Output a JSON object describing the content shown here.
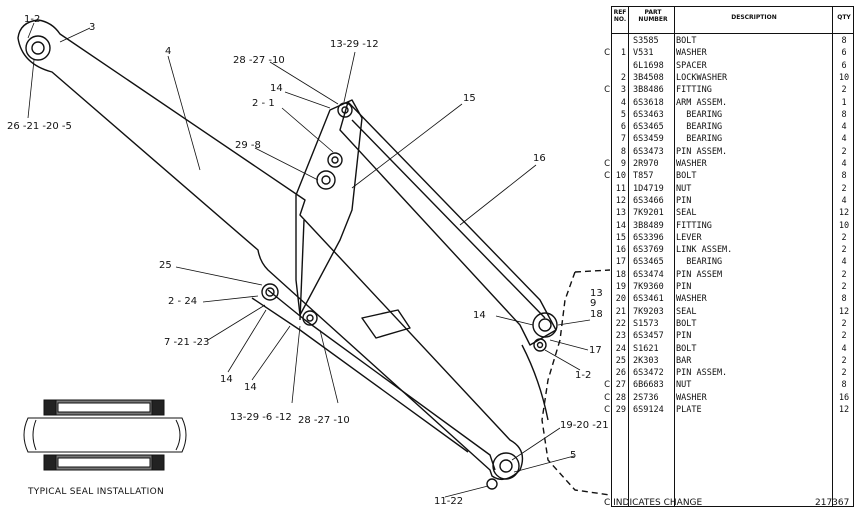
{
  "callouts": {
    "c1": "1-2",
    "c2": "3",
    "c3": "4",
    "c4": "26 -21 -20 -5",
    "c5": "28 -27 -10",
    "c6": "13-29 -12",
    "c7": "14",
    "c8": "2 - 1",
    "c9": "15",
    "c10": "29 -8",
    "c11": "16",
    "c12": "25",
    "c13": "2 - 24",
    "c14": "7 -21 -23",
    "c15": "14",
    "c16": "14",
    "c17": "13-29 -6 -12",
    "c18": "28 -27 -10",
    "c19": "14",
    "c20": "13",
    "c21": "9",
    "c22": "18",
    "c23": "17",
    "c24": "1-2",
    "c25": "19-20 -21",
    "c26": "5",
    "c27": "11-22"
  },
  "seal_caption": "TYPICAL SEAL INSTALLATION",
  "table": {
    "headers": {
      "ref": "REF NO.",
      "part": "PART NUMBER",
      "desc": "DESCRIPTION",
      "qty": "QTY"
    },
    "rows": [
      {
        "flag": "",
        "ref": "",
        "pn": "S3585",
        "desc": "BOLT",
        "qty": "8"
      },
      {
        "flag": "C",
        "ref": "1",
        "pn": "V531",
        "desc": "WASHER",
        "qty": "6"
      },
      {
        "flag": "",
        "ref": "",
        "pn": "6L1698",
        "desc": "SPACER",
        "qty": "6"
      },
      {
        "flag": "",
        "ref": "2",
        "pn": "3B4508",
        "desc": "LOCKWASHER",
        "qty": "10"
      },
      {
        "flag": "C",
        "ref": "3",
        "pn": "3B8486",
        "desc": "FITTING",
        "qty": "2"
      },
      {
        "flag": "",
        "ref": "4",
        "pn": "6S3618",
        "desc": "ARM ASSEM.",
        "qty": "1"
      },
      {
        "flag": "",
        "ref": "5",
        "pn": "6S3463",
        "desc": "  BEARING",
        "qty": "8"
      },
      {
        "flag": "",
        "ref": "6",
        "pn": "6S3465",
        "desc": "  BEARING",
        "qty": "4"
      },
      {
        "flag": "",
        "ref": "7",
        "pn": "6S3459",
        "desc": "  BEARING",
        "qty": "4"
      },
      {
        "flag": "",
        "ref": "8",
        "pn": "6S3473",
        "desc": "PIN ASSEM.",
        "qty": "2"
      },
      {
        "flag": "C",
        "ref": "9",
        "pn": "2R970",
        "desc": "WASHER",
        "qty": "4"
      },
      {
        "flag": "C",
        "ref": "10",
        "pn": "T857",
        "desc": "BOLT",
        "qty": "8"
      },
      {
        "flag": "",
        "ref": "11",
        "pn": "1D4719",
        "desc": "NUT",
        "qty": "2"
      },
      {
        "flag": "",
        "ref": "12",
        "pn": "6S3466",
        "desc": "PIN",
        "qty": "4"
      },
      {
        "flag": "",
        "ref": "13",
        "pn": "7K9201",
        "desc": "SEAL",
        "qty": "12"
      },
      {
        "flag": "",
        "ref": "14",
        "pn": "3B8489",
        "desc": "FITTING",
        "qty": "10"
      },
      {
        "flag": "",
        "ref": "15",
        "pn": "6S3396",
        "desc": "LEVER",
        "qty": "2"
      },
      {
        "flag": "",
        "ref": "16",
        "pn": "6S3769",
        "desc": "LINK ASSEM.",
        "qty": "2"
      },
      {
        "flag": "",
        "ref": "17",
        "pn": "6S3465",
        "desc": "  BEARING",
        "qty": "4"
      },
      {
        "flag": "",
        "ref": "18",
        "pn": "6S3474",
        "desc": "PIN ASSEM",
        "qty": "2"
      },
      {
        "flag": "",
        "ref": "19",
        "pn": "7K9360",
        "desc": "PIN",
        "qty": "2"
      },
      {
        "flag": "",
        "ref": "20",
        "pn": "6S3461",
        "desc": "WASHER",
        "qty": "8"
      },
      {
        "flag": "",
        "ref": "21",
        "pn": "7K9203",
        "desc": "SEAL",
        "qty": "12"
      },
      {
        "flag": "",
        "ref": "22",
        "pn": "S1573",
        "desc": "BOLT",
        "qty": "2"
      },
      {
        "flag": "",
        "ref": "23",
        "pn": "6S3457",
        "desc": "PIN",
        "qty": "2"
      },
      {
        "flag": "",
        "ref": "24",
        "pn": "S1621",
        "desc": "BOLT",
        "qty": "4"
      },
      {
        "flag": "",
        "ref": "25",
        "pn": "2K303",
        "desc": "BAR",
        "qty": "2"
      },
      {
        "flag": "",
        "ref": "26",
        "pn": "6S3472",
        "desc": "PIN ASSEM.",
        "qty": "2"
      },
      {
        "flag": "C",
        "ref": "27",
        "pn": "6B6683",
        "desc": "NUT",
        "qty": "8"
      },
      {
        "flag": "C",
        "ref": "28",
        "pn": "2S736",
        "desc": "WASHER",
        "qty": "16"
      },
      {
        "flag": "C",
        "ref": "29",
        "pn": "6S9124",
        "desc": "PLATE",
        "qty": "12"
      }
    ]
  },
  "footer": {
    "change_note": "C INDICATES CHANGE",
    "code": "217367"
  }
}
